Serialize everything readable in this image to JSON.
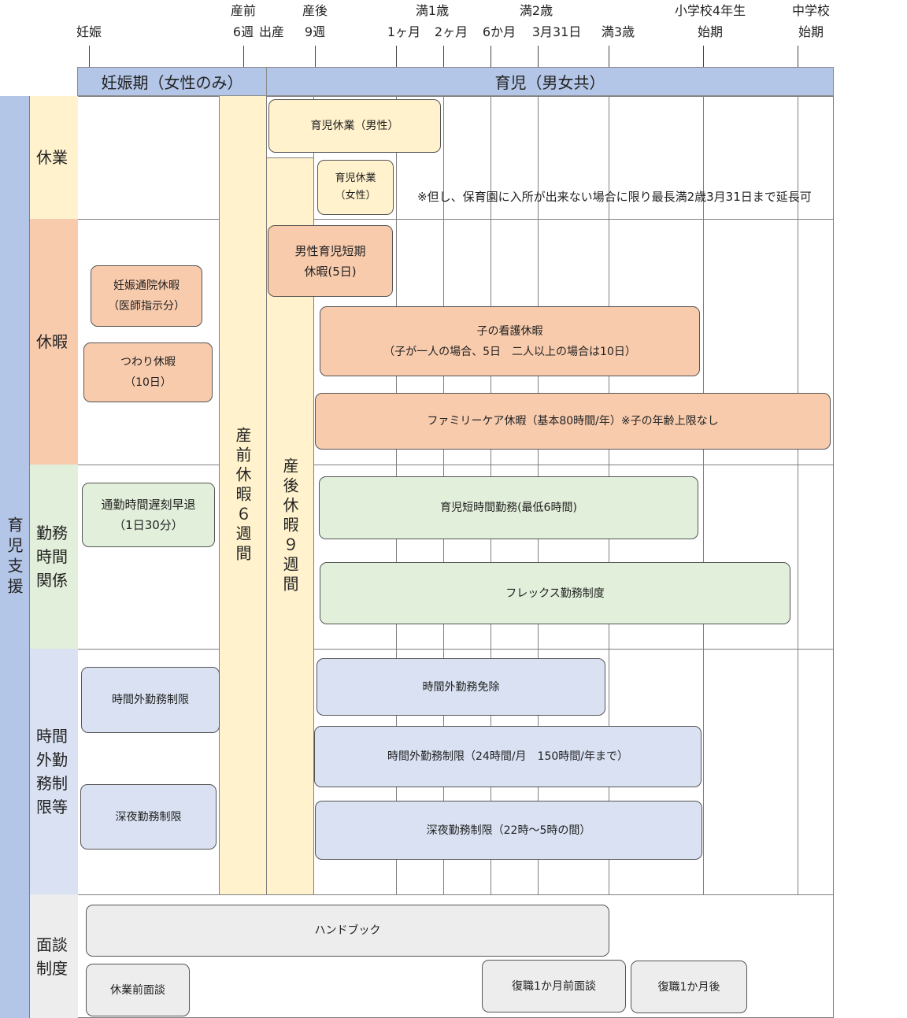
{
  "timeline": [
    {
      "key": "pregnancy",
      "lines": [
        "",
        "妊娠"
      ]
    },
    {
      "key": "prenatal6",
      "lines": [
        "産前",
        "6週"
      ]
    },
    {
      "key": "birth",
      "lines": [
        "",
        "出産"
      ]
    },
    {
      "key": "postnatal9",
      "lines": [
        "産後",
        "9週"
      ]
    },
    {
      "key": "m1",
      "lines": [
        "",
        "1ヶ月"
      ]
    },
    {
      "key": "y1",
      "lines": [
        "満1歳",
        ""
      ]
    },
    {
      "key": "m2",
      "lines": [
        "",
        "2ヶ月"
      ]
    },
    {
      "key": "m6",
      "lines": [
        "",
        "6か月"
      ]
    },
    {
      "key": "y2",
      "lines": [
        "満2歳",
        ""
      ]
    },
    {
      "key": "mar31",
      "lines": [
        "",
        "3月31日"
      ]
    },
    {
      "key": "y3",
      "lines": [
        "",
        "満3歳"
      ]
    },
    {
      "key": "grade4",
      "lines": [
        "小学校4年生",
        "始期"
      ]
    },
    {
      "key": "junior",
      "lines": [
        "中学校",
        "始期"
      ]
    }
  ],
  "phases": {
    "pregnancy": "妊娠期（女性のみ）",
    "childcare": "育児（男女共）"
  },
  "side_label": "育児支援",
  "categories": {
    "kyugyo": "休業",
    "kyuka": "休暇",
    "kinmu": "勤務時間関係",
    "jikangai": "時間外勤務制限等",
    "mendan": "面談制度"
  },
  "leave_bands": {
    "prenatal": "産前休暇６週間",
    "postnatal": "産後休暇９週間"
  },
  "items": {
    "childcare_leave_male": [
      "育児休業（男性）"
    ],
    "childcare_leave_female": [
      "育児休業",
      "（女性）"
    ],
    "extension_note": "※但し、保育園に入所が出来ない場合に限り最長満2歳3月31日まで延長可",
    "paternity_short_leave": [
      "男性育児短期",
      "休暇(5日)"
    ],
    "prenatal_checkup_leave": [
      "妊娠通院休暇",
      "（医師指示分）"
    ],
    "morning_sickness_leave": [
      "つわり休暇",
      "（10日）"
    ],
    "sick_child_leave": [
      "子の看護休暇",
      "（子が一人の場合、5日　二人以上の場合は10日）"
    ],
    "family_care_leave": [
      "ファミリーケア休暇（基本80時間/年）※子の年齢上限なし"
    ],
    "commute_adjust": [
      "通勤時間遅刻早退",
      "（1日30分）"
    ],
    "short_hours": [
      "育児短時間勤務(最低6時間)"
    ],
    "flex": [
      "フレックス勤務制度"
    ],
    "overtime_limit_preg": [
      "時間外勤務制限"
    ],
    "night_limit_preg": [
      "深夜勤務制限"
    ],
    "overtime_exempt": [
      "時間外勤務免除"
    ],
    "overtime_limit": [
      "時間外勤務制限（24時間/月　150時間/年まで）"
    ],
    "night_limit": [
      "深夜勤務制限（22時～5時の間）"
    ],
    "handbook": [
      "ハンドブック"
    ],
    "pre_leave_interview": [
      "休業前面談"
    ],
    "return_before_interview": [
      "復職1か月前面談"
    ],
    "return_after_interview": [
      "復職1か月後"
    ]
  },
  "colors": {
    "header_band": "#b4c6e7",
    "kyugyo": "#fff2cc",
    "kyuka": "#f8cbad",
    "kinmu": "#e2efda",
    "jikangai": "#d9e1f2",
    "mendan": "#ededed"
  }
}
